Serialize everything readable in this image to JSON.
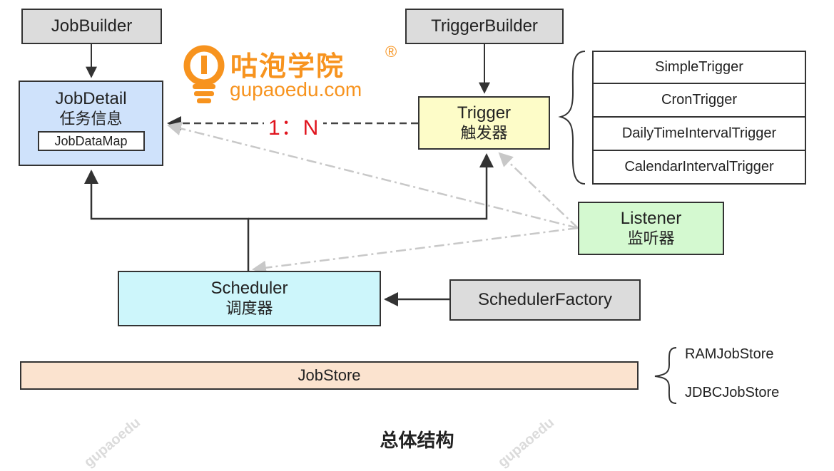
{
  "logo": {
    "name_cn": "咕泡学院",
    "registered_mark": "®",
    "domain": "gupaoedu.com",
    "color": "#f7931e"
  },
  "nodes": {
    "job_builder": "JobBuilder",
    "trigger_builder": "TriggerBuilder",
    "job_detail": {
      "title": "JobDetail",
      "subtitle": "任务信息",
      "inner": "JobDataMap"
    },
    "trigger": {
      "title": "Trigger",
      "subtitle": "触发器"
    },
    "listener": {
      "title": "Listener",
      "subtitle": "监听器"
    },
    "scheduler": {
      "title": "Scheduler",
      "subtitle": "调度器"
    },
    "scheduler_factory": "SchedulerFactory",
    "job_store": "JobStore"
  },
  "trigger_types": [
    "SimpleTrigger",
    "CronTrigger",
    "DailyTimeIntervalTrigger",
    "CalendarIntervalTrigger"
  ],
  "job_store_types": [
    "RAMJobStore",
    "JDBCJobStore"
  ],
  "ratio_label": "1：N",
  "caption": "总体结构",
  "colors": {
    "job_detail": "#cfe2fb",
    "trigger": "#fdfcc8",
    "listener": "#d4f9d0",
    "scheduler": "#cdf6fb",
    "job_store": "#fbe3cf",
    "builder": "#dcdcdc",
    "ratio_text": "#e0141e"
  }
}
